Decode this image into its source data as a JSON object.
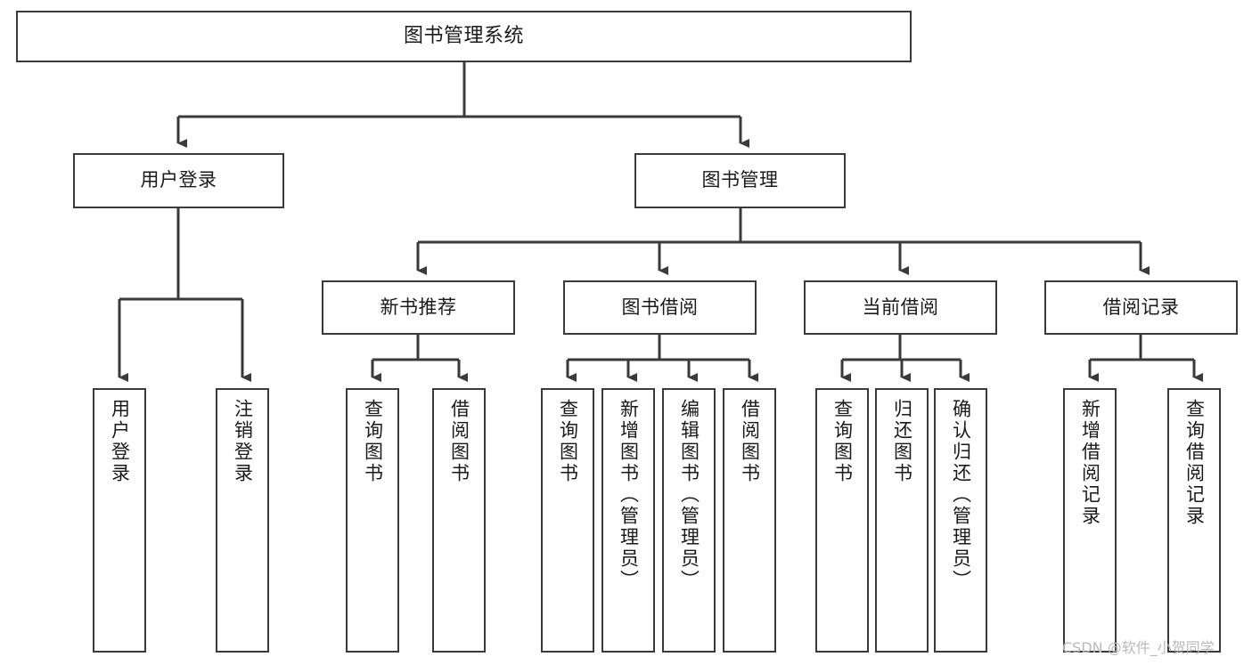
{
  "diagram": {
    "title": "图书管理系统",
    "type": "tree",
    "orientation": "top-down",
    "colors": {
      "background": "#ffffff",
      "node_fill": "#ffffff",
      "node_border": "#3a3a3a",
      "connector": "#3a3a3a",
      "text": "#1a1a1a",
      "watermark": "#b9b9b9"
    },
    "levels": [
      {
        "level": 1,
        "nodes": [
          {
            "id": "root",
            "label": "图书管理系统",
            "orientation": "horizontal"
          }
        ]
      },
      {
        "level": 2,
        "nodes": [
          {
            "id": "login",
            "label": "用户登录",
            "orientation": "horizontal",
            "parent": "root"
          },
          {
            "id": "bookmgmt",
            "label": "图书管理",
            "orientation": "horizontal",
            "parent": "root"
          }
        ]
      },
      {
        "level": 3,
        "nodes": [
          {
            "id": "newbook",
            "label": "新书推荐",
            "orientation": "horizontal",
            "parent": "bookmgmt"
          },
          {
            "id": "borrow",
            "label": "图书借阅",
            "orientation": "horizontal",
            "parent": "bookmgmt"
          },
          {
            "id": "current",
            "label": "当前借阅",
            "orientation": "horizontal",
            "parent": "bookmgmt"
          },
          {
            "id": "records",
            "label": "借阅记录",
            "orientation": "horizontal",
            "parent": "bookmgmt"
          }
        ]
      },
      {
        "level": 4,
        "nodes": [
          {
            "id": "leaf-login-1",
            "label": "用户登录",
            "orientation": "vertical",
            "parent": "login"
          },
          {
            "id": "leaf-login-2",
            "label": "注销登录",
            "orientation": "vertical",
            "parent": "login"
          },
          {
            "id": "leaf-newbook-1",
            "label": "查询图书",
            "orientation": "vertical",
            "parent": "newbook"
          },
          {
            "id": "leaf-newbook-2",
            "label": "借阅图书",
            "orientation": "vertical",
            "parent": "newbook"
          },
          {
            "id": "leaf-borrow-1",
            "label": "查询图书",
            "orientation": "vertical",
            "parent": "borrow"
          },
          {
            "id": "leaf-borrow-2",
            "label": "新增图书（管理员）",
            "orientation": "vertical",
            "parent": "borrow"
          },
          {
            "id": "leaf-borrow-3",
            "label": "编辑图书（管理员）",
            "orientation": "vertical",
            "parent": "borrow"
          },
          {
            "id": "leaf-borrow-4",
            "label": "借阅图书",
            "orientation": "vertical",
            "parent": "borrow"
          },
          {
            "id": "leaf-current-1",
            "label": "查询图书",
            "orientation": "vertical",
            "parent": "current"
          },
          {
            "id": "leaf-current-2",
            "label": "归还图书",
            "orientation": "vertical",
            "parent": "current"
          },
          {
            "id": "leaf-current-3",
            "label": "确认归还（管理员）",
            "orientation": "vertical",
            "parent": "current"
          },
          {
            "id": "leaf-records-1",
            "label": "新增借阅记录",
            "orientation": "vertical",
            "parent": "records"
          },
          {
            "id": "leaf-records-2",
            "label": "查询借阅记录",
            "orientation": "vertical",
            "parent": "records"
          }
        ]
      }
    ]
  },
  "watermark": {
    "text": "CSDN @软件_小贺同学"
  }
}
